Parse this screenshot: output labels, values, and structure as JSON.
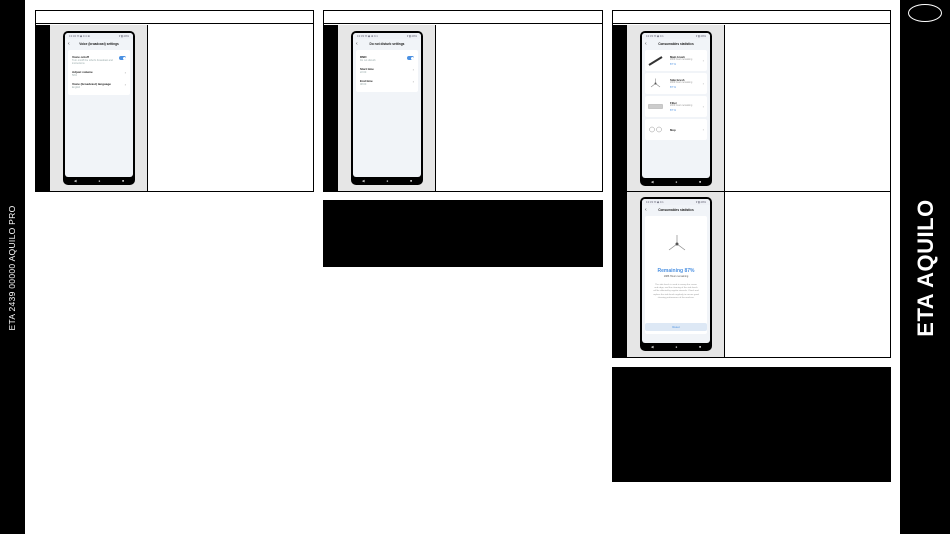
{
  "side_label": "ETA 2439 00000 AQUILO PRO",
  "brand": "ETA AQUILO",
  "phone1": {
    "status_left": "13:32 ✉ ◆ 0.4 ⊕",
    "status_right": "▾ ▮ 49%",
    "title": "Voice (broadcast) settings",
    "items": [
      {
        "label": "Voice on/off",
        "sub": "Turn on/off the robot's broadcast and instructions"
      },
      {
        "label": "Adjust volume",
        "sub": "50%"
      },
      {
        "label": "Voice (broadcast) language",
        "sub": "English"
      }
    ]
  },
  "phone2": {
    "status_left": "13:33 ✉ ◆ ⊕ 0.1",
    "status_right": "▾ ▮ 49%",
    "title": "Do not disturb settings",
    "items": [
      {
        "label": "DND",
        "sub": "Do not disturb"
      },
      {
        "label": "Start time",
        "sub": "22:00"
      },
      {
        "label": "End time",
        "sub": "08:00"
      }
    ]
  },
  "phone3": {
    "status_left": "13:33 ✉ ◆ 0.1",
    "status_right": "▾ ▮ 49%",
    "title": "Consumables statistics",
    "items": [
      {
        "name": "Main brush",
        "sub": "2000 hours remaining",
        "pct": "87 %"
      },
      {
        "name": "Side brush",
        "sub": "2000 hours remaining",
        "pct": "87 %"
      },
      {
        "name": "Filter",
        "sub": "2000 hours remaining",
        "pct": "87 %"
      },
      {
        "name": "Mop",
        "sub": "",
        "pct": ""
      }
    ]
  },
  "phone4": {
    "status_left": "13:33 ✉ ◆ 0.1",
    "status_right": "▾ ▮ 49%",
    "title": "Consumables statistics",
    "remaining": "Remaining 87%",
    "hours": "1986 Hours remaining",
    "para": "The side brush is used to sweep the corner and edge, and the cleaning of the side brush will be affected by regular intervals. Check and replace the side brush regularly to ensure good cleaning performance of the machine.",
    "reset": "Reset"
  },
  "nav": {
    "back": "◀",
    "home": "●",
    "recent": "■"
  }
}
